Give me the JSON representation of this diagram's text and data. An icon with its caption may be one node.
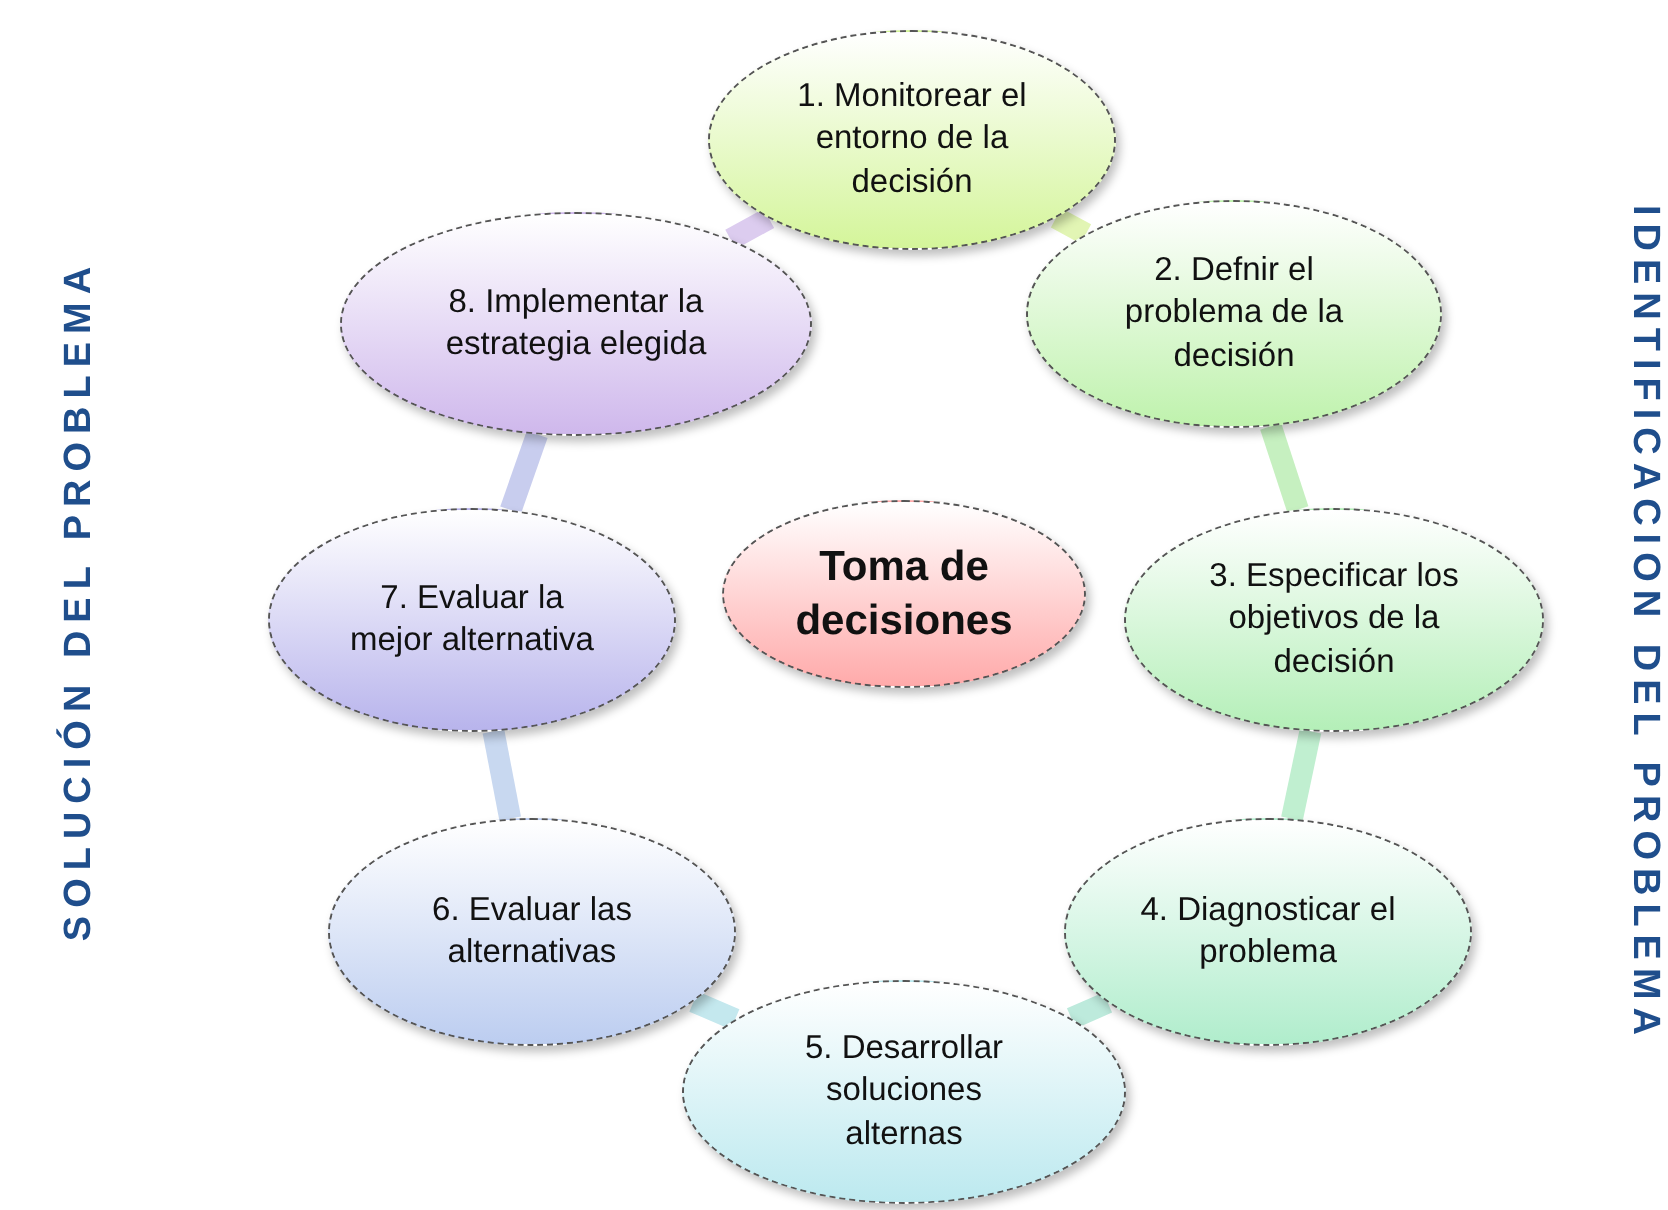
{
  "diagram": {
    "nodes": [
      {
        "text": [
          "1. Monitorear el entorno de la decisión"
        ]
      },
      {
        "text": [
          "2. Defnir el problema de la decisión"
        ]
      },
      {
        "text": [
          "3. Especificar los objetivos de la decisión"
        ]
      },
      {
        "text": [
          "4. Diagnosticar el problema"
        ]
      },
      {
        "text": [
          "5. Desarrollar soluciones alternas"
        ]
      },
      {
        "text": [
          "6. Evaluar las alternativas"
        ]
      },
      {
        "text": [
          "7. Evaluar la mejor alternativa"
        ]
      },
      {
        "text": [
          "8. Implementar la estrategia elegida"
        ]
      },
      {
        "text": [
          "Toma de decisiones"
        ]
      }
    ],
    "edges": [
      {
        "from": 0,
        "to": 1,
        "arrow": "none",
        "color": "#e2f5b4"
      },
      {
        "from": 1,
        "to": 2,
        "arrow": "none",
        "color": "#c6f0c0"
      },
      {
        "from": 2,
        "to": 3,
        "arrow": "none",
        "color": "#c0efd0"
      },
      {
        "from": 3,
        "to": 4,
        "arrow": "none",
        "color": "#bdeadc"
      },
      {
        "from": 4,
        "to": 5,
        "arrow": "none",
        "color": "#c4e8ee"
      },
      {
        "from": 5,
        "to": 6,
        "arrow": "none",
        "color": "#c8d8f0"
      },
      {
        "from": 6,
        "to": 7,
        "arrow": "none",
        "color": "#c8cdee"
      },
      {
        "from": 7,
        "to": 0,
        "arrow": "none",
        "color": "#dcccef"
      }
    ],
    "labels": [
      "SOLUCIÓN DEL PROBLEMA",
      "IDENTIFICACION DEL PROBLEMA"
    ]
  }
}
